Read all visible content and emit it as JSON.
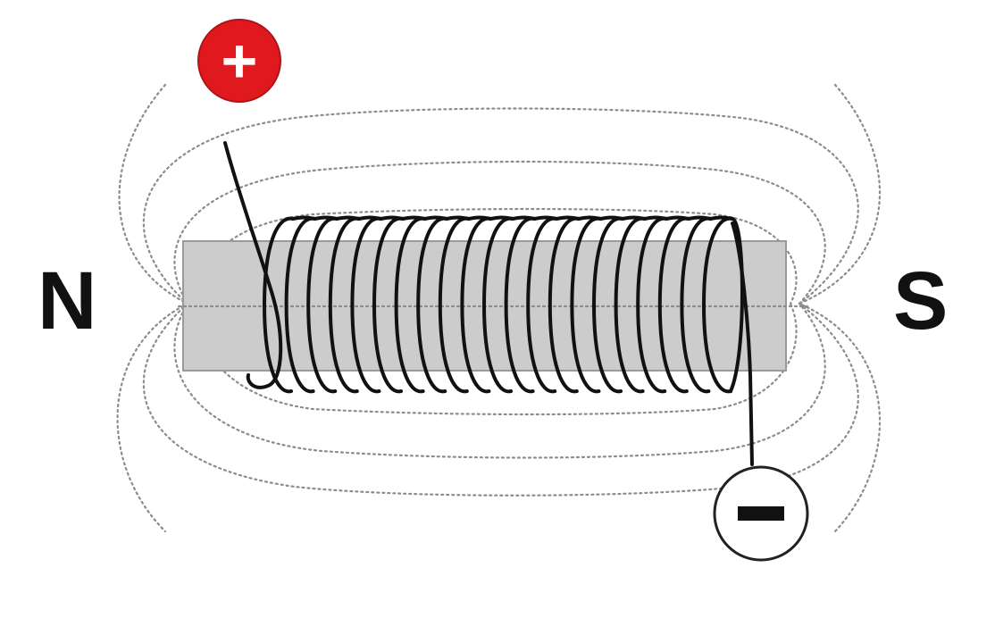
{
  "diagram": {
    "north_label": "N",
    "south_label": "S",
    "positive_terminal": {
      "symbol": "+",
      "color": "#e0191f"
    },
    "negative_terminal": {
      "symbol": "-",
      "color": "#ffffff"
    },
    "core_color": "#cccccc",
    "coil_turns": 21
  }
}
